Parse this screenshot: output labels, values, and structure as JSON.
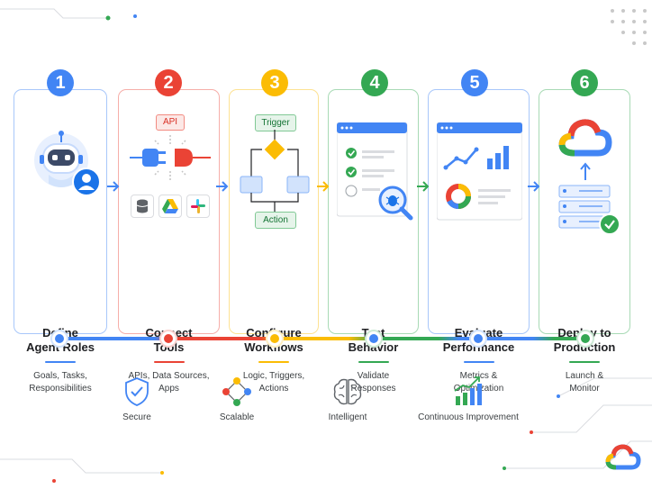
{
  "colors": {
    "blue": "#4285F4",
    "red": "#EA4335",
    "yellow": "#FBBC04",
    "green": "#34A853"
  },
  "steps": [
    {
      "number": "1",
      "title": "Define\nAgent Roles",
      "subtitle": "Goals, Tasks,\nResponsibilities",
      "color": "#4285F4"
    },
    {
      "number": "2",
      "title": "Connect\nTools",
      "subtitle": "APIs, Data Sources,\nApps",
      "color": "#EA4335",
      "tag": "API"
    },
    {
      "number": "3",
      "title": "Configure\nWorkflows",
      "subtitle": "Logic, Triggers,\nActions",
      "color": "#FBBC04",
      "trigger": "Trigger",
      "action": "Action"
    },
    {
      "number": "4",
      "title": "Test\nBehavior",
      "subtitle": "Validate\nResponses",
      "color": "#34A853"
    },
    {
      "number": "5",
      "title": "Evaluate\nPerformance",
      "subtitle": "Metrics &\nOptimization",
      "color": "#4285F4"
    },
    {
      "number": "6",
      "title": "Deploy to\nProduction",
      "subtitle": "Launch &\nMonitor",
      "color": "#34A853"
    }
  ],
  "features": [
    {
      "label": "Secure",
      "icon": "shield-check-icon"
    },
    {
      "label": "Scalable",
      "icon": "network-nodes-icon"
    },
    {
      "label": "Intelligent",
      "icon": "brain-icon"
    },
    {
      "label": "Continuous Improvement",
      "icon": "growth-chart-icon"
    }
  ]
}
